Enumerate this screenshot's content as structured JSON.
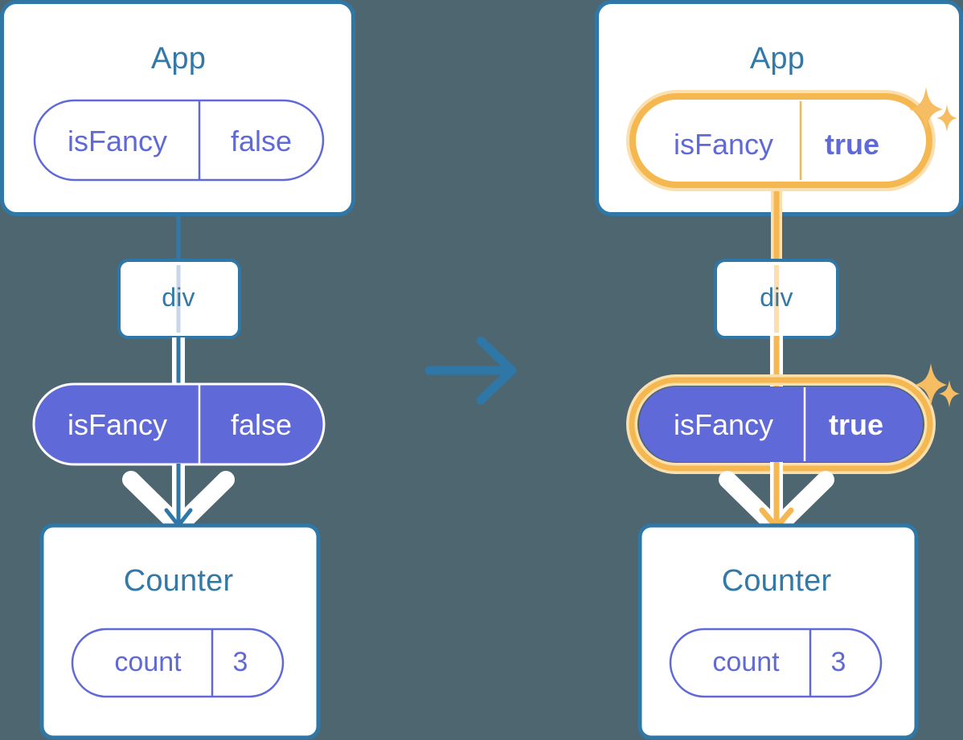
{
  "diagram": {
    "type": "react-state-propagation",
    "background_color": "#4d6670",
    "accent_blue": "#3279a8",
    "accent_purple": "#6069d8",
    "highlight_orange": "#f5b74f",
    "highlight_glow": "#fbdfae",
    "transition_icon": "arrow-right-icon",
    "panels": [
      {
        "id": "before",
        "position": "left",
        "highlighted": false,
        "app": {
          "title": "App",
          "state": {
            "name": "isFancy",
            "value": "false",
            "highlighted": false,
            "filled": false
          }
        },
        "div": {
          "label": "div"
        },
        "prop": {
          "name": "isFancy",
          "value": "false",
          "highlighted": false,
          "filled": true
        },
        "counter": {
          "title": "Counter",
          "state": {
            "name": "count",
            "value": "3",
            "highlighted": false,
            "filled": false
          }
        }
      },
      {
        "id": "after",
        "position": "right",
        "highlighted": true,
        "app": {
          "title": "App",
          "state": {
            "name": "isFancy",
            "value": "true",
            "highlighted": true,
            "filled": false
          }
        },
        "div": {
          "label": "div"
        },
        "prop": {
          "name": "isFancy",
          "value": "true",
          "highlighted": true,
          "filled": true
        },
        "counter": {
          "title": "Counter",
          "state": {
            "name": "count",
            "value": "3",
            "highlighted": false,
            "filled": false
          }
        }
      }
    ],
    "sparkles": [
      {
        "near": "app-state-pill-after",
        "size": "large"
      },
      {
        "near": "app-state-pill-after",
        "size": "small"
      },
      {
        "near": "prop-pill-after",
        "size": "large"
      },
      {
        "near": "prop-pill-after",
        "size": "small"
      }
    ]
  }
}
